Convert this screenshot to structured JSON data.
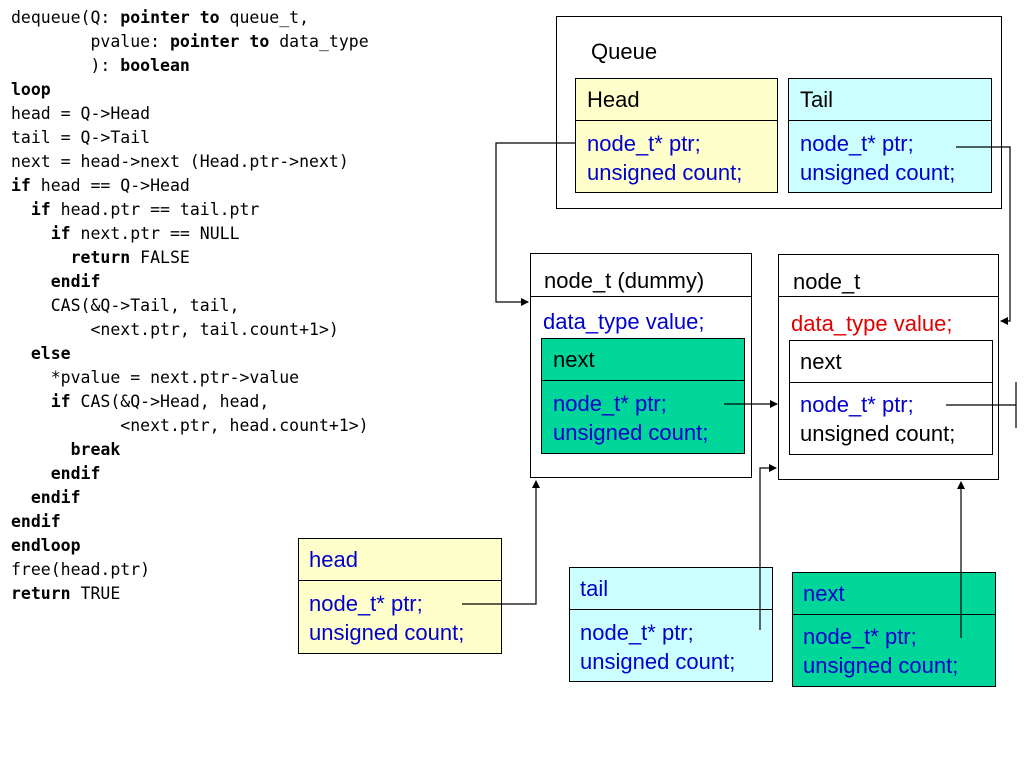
{
  "code": {
    "lines": [
      [
        "dequeue(Q: ",
        "pointer to",
        " queue_t,"
      ],
      [
        "        pvalue: ",
        "pointer to",
        " data_type"
      ],
      [
        "        ): ",
        "boolean",
        ""
      ],
      [
        "",
        "loop",
        ""
      ],
      [
        "head = Q->Head",
        "",
        ""
      ],
      [
        "tail = Q->Tail",
        "",
        ""
      ],
      [
        "next = head->next (Head.ptr->next)",
        "",
        ""
      ],
      [
        "",
        "if",
        " head == Q->Head"
      ],
      [
        "  ",
        "if",
        " head.ptr == tail.ptr"
      ],
      [
        "    ",
        "if",
        " next.ptr == NULL"
      ],
      [
        "      ",
        "return",
        " FALSE"
      ],
      [
        "    ",
        "endif",
        ""
      ],
      [
        "    CAS(&Q->Tail, tail,",
        "",
        ""
      ],
      [
        "        <next.ptr, tail.count+1>)",
        "",
        ""
      ],
      [
        "  ",
        "else",
        ""
      ],
      [
        "    *pvalue = next.ptr->value",
        "",
        ""
      ],
      [
        "    ",
        "if",
        " CAS(&Q->Head, head,"
      ],
      [
        "           <next.ptr, head.count+1>)",
        "",
        ""
      ],
      [
        "      ",
        "break",
        ""
      ],
      [
        "    ",
        "endif",
        ""
      ],
      [
        "  ",
        "endif",
        ""
      ],
      [
        "",
        "endif",
        ""
      ],
      [
        "",
        "endloop",
        ""
      ],
      [
        "free(head.ptr)",
        "",
        ""
      ],
      [
        "",
        "return",
        " TRUE"
      ]
    ]
  },
  "queue": {
    "title": "Queue",
    "head": {
      "title": "Head",
      "ptr": "node_t* ptr;",
      "count": "unsigned count;"
    },
    "tail": {
      "title": "Tail",
      "ptr": "node_t* ptr;",
      "count": "unsigned count;"
    }
  },
  "dummy_node": {
    "title": "node_t (dummy)",
    "value": "data_type value;",
    "next": {
      "title": "next",
      "ptr": "node_t* ptr;",
      "count": "unsigned count;"
    }
  },
  "node": {
    "title": "node_t",
    "value": "data_type value;",
    "next": {
      "title": "next",
      "ptr": "node_t* ptr;",
      "count": "unsigned count;"
    }
  },
  "head_var": {
    "title": "head",
    "ptr": "node_t* ptr;",
    "count": "unsigned count;"
  },
  "tail_var": {
    "title": "tail",
    "ptr": "node_t* ptr;",
    "count": "unsigned count;"
  },
  "next_var": {
    "title": "next",
    "ptr": "node_t* ptr;",
    "count": "unsigned count;"
  },
  "colors": {
    "yellow": "#ffffcc",
    "cyan": "#ccffff",
    "green": "#00d69a",
    "blue_text": "#0000cc",
    "red_text": "#e00000"
  }
}
